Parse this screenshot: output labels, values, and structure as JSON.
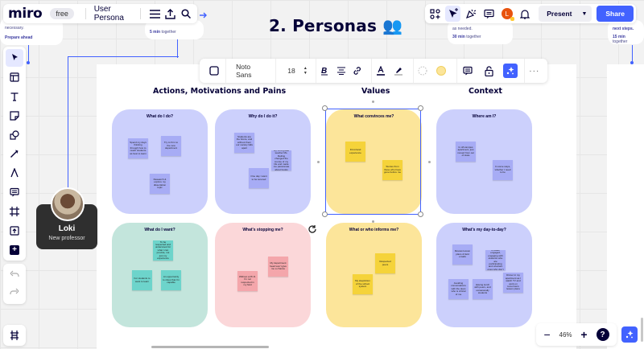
{
  "app": {
    "logo": "miro",
    "plan_badge": "free",
    "board_name": "User Persona"
  },
  "topbar_right": {
    "present_label": "Present",
    "share_label": "Share",
    "avatar_initial": "L"
  },
  "background_cards": {
    "left": {
      "line1": "necessary.",
      "line2": "Prepare ahead"
    },
    "mid_left": {
      "line1": "5 min",
      "line2": "together"
    },
    "mid_right": {
      "line1": "as needed.",
      "line2": "30 min",
      "line3": "together"
    },
    "right": {
      "line1": "next steps.",
      "line2": "15 min",
      "line3": "together"
    }
  },
  "context_toolbar": {
    "font": "Noto Sans",
    "font_size": "18",
    "text_color": "#050038",
    "fill_color": "#fce59a"
  },
  "board": {
    "title": "2. Personas 👥",
    "sections": [
      {
        "label": "Actions, Motivations and Pains"
      },
      {
        "label": "Values"
      },
      {
        "label": "Context"
      }
    ],
    "zones": [
      {
        "title": "What do I do?",
        "color": "#ccd0fc",
        "stickies": [
          {
            "text": "Spend my days thinking through how to reach students as best to learn",
            "color": "#a7acf5"
          },
          {
            "text": "Try to fit in to the new department",
            "color": "#a7acf5"
          },
          {
            "text": "Research & explore my dissertation topic",
            "color": "#a7acf5"
          }
        ]
      },
      {
        "title": "Why do I do it?",
        "color": "#ccd0fc",
        "stickies": [
          {
            "text": "Students are the future, and without them our society falls apart",
            "color": "#a7acf5"
          },
          {
            "text": "My third grade teacher Ms. Reiling changed the course of my life and made me passionate about books",
            "color": "#a7acf5"
          },
          {
            "text": "One day I want to be tenured",
            "color": "#a7acf5"
          }
        ]
      },
      {
        "title": "What convinces me?",
        "color": "#fce59a",
        "stickies": [
          {
            "text": "First-hand experience",
            "color": "#f5d33a"
          },
          {
            "text": "Stories from those who have gone before me",
            "color": "#f5d33a"
          }
        ]
      },
      {
        "title": "Where am I?",
        "color": "#ccd0fc",
        "stickies": [
          {
            "text": "In off-campus apartment, just moved from out of state",
            "color": "#a7acf5"
          },
          {
            "text": "In some ways, whether I need to be",
            "color": "#a7acf5"
          }
        ]
      },
      {
        "title": "What do I want?",
        "color": "#c3e5dc",
        "stickies": [
          {
            "text": "To be respected and understood for what I can provide, not just my experience",
            "color": "#6dd4cb"
          },
          {
            "text": "For students to want to learn",
            "color": "#6dd4cb"
          },
          {
            "text": "An opportunity to show that I'm capable",
            "color": "#6dd4cb"
          }
        ]
      },
      {
        "title": "What's stopping me?",
        "color": "#fbd7d9",
        "stickies": [
          {
            "text": "My department head won't give me a chance",
            "color": "#f4a6ab"
          },
          {
            "text": "Without a Ph.D. I'm not respected in my field",
            "color": "#f4a6ab"
          }
        ]
      },
      {
        "title": "What or who informs me?",
        "color": "#fce59a",
        "stickies": [
          {
            "text": "Respected peers",
            "color": "#f5d33a"
          },
          {
            "text": "My skepticism of the school system",
            "color": "#f5d33a"
          }
        ]
      },
      {
        "title": "What's my day-to-day?",
        "color": "#ccd0fc",
        "stickies": [
          {
            "text": "Review lesson plans & field emails",
            "color": "#a7acf5"
          },
          {
            "text": "In-class engaged, engaging with students who are participating and reluctant ones who don't",
            "color": "#a7acf5"
          },
          {
            "text": "Dinner in my apartment as I watch TV and work on tomorrow's lesson plans",
            "color": "#a7acf5"
          },
          {
            "text": "Avoiding conversations with the dean who is critical of me",
            "color": "#a7acf5"
          },
          {
            "text": "Having lunch with peers, and occasionally students",
            "color": "#a7acf5"
          }
        ]
      }
    ]
  },
  "persona": {
    "name": "Loki",
    "role": "New professor"
  },
  "zoom": {
    "minus": "−",
    "value": "46%",
    "plus": "+",
    "help": "?"
  },
  "colors": {
    "accent": "#4262ff",
    "ink": "#050038"
  }
}
